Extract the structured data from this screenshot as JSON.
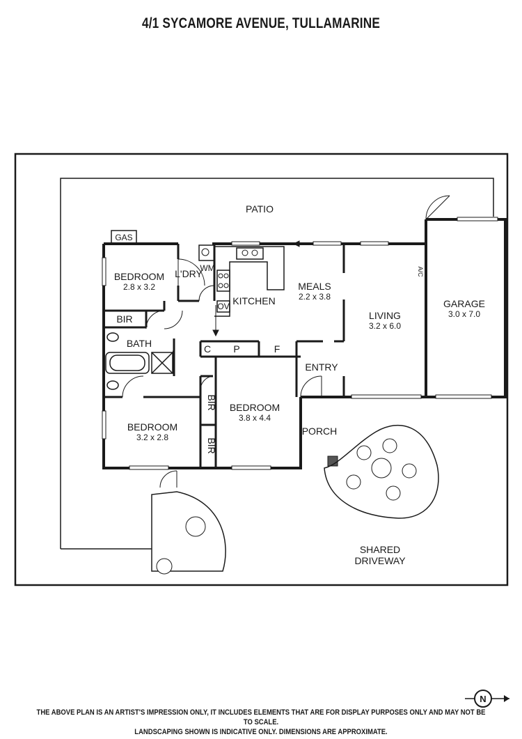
{
  "title": "4/1 SYCAMORE AVENUE, TULLAMARINE",
  "rooms": {
    "patio": {
      "name": "PATIO"
    },
    "gas": {
      "name": "GAS"
    },
    "bedroom1": {
      "name": "BEDROOM",
      "dims": "2.8 x 3.2"
    },
    "laundry": {
      "name": "L'DRY"
    },
    "wm": {
      "name": "WM"
    },
    "kitchen": {
      "name": "KITCHEN"
    },
    "ov": {
      "name": "OV"
    },
    "meals": {
      "name": "MEALS",
      "dims": "2.2 x 3.8"
    },
    "living": {
      "name": "LIVING",
      "dims": "3.2 x 6.0"
    },
    "ac": {
      "name": "A/C"
    },
    "garage": {
      "name": "GARAGE",
      "dims": "3.0 x 7.0"
    },
    "bir1": {
      "name": "BIR"
    },
    "bath": {
      "name": "BATH"
    },
    "c": {
      "name": "C"
    },
    "p": {
      "name": "P"
    },
    "f": {
      "name": "F"
    },
    "entry": {
      "name": "ENTRY"
    },
    "bir2": {
      "name": "BIR"
    },
    "bir3": {
      "name": "BIR"
    },
    "bedroom2": {
      "name": "BEDROOM",
      "dims": "3.8 x 4.4"
    },
    "bedroom3": {
      "name": "BEDROOM",
      "dims": "3.2 x 2.8"
    },
    "porch": {
      "name": "PORCH"
    },
    "driveway": {
      "line1": "SHARED",
      "line2": "DRIVEWAY"
    }
  },
  "compass": {
    "label": "N"
  },
  "disclaimer": {
    "line1": "THE ABOVE PLAN IS AN ARTIST'S IMPRESSION ONLY, IT INCLUDES ELEMENTS THAT ARE FOR DISPLAY PURPOSES ONLY AND MAY NOT BE TO SCALE.",
    "line2": "LANDSCAPING SHOWN IS INDICATIVE ONLY. DIMENSIONS ARE APPROXIMATE."
  }
}
